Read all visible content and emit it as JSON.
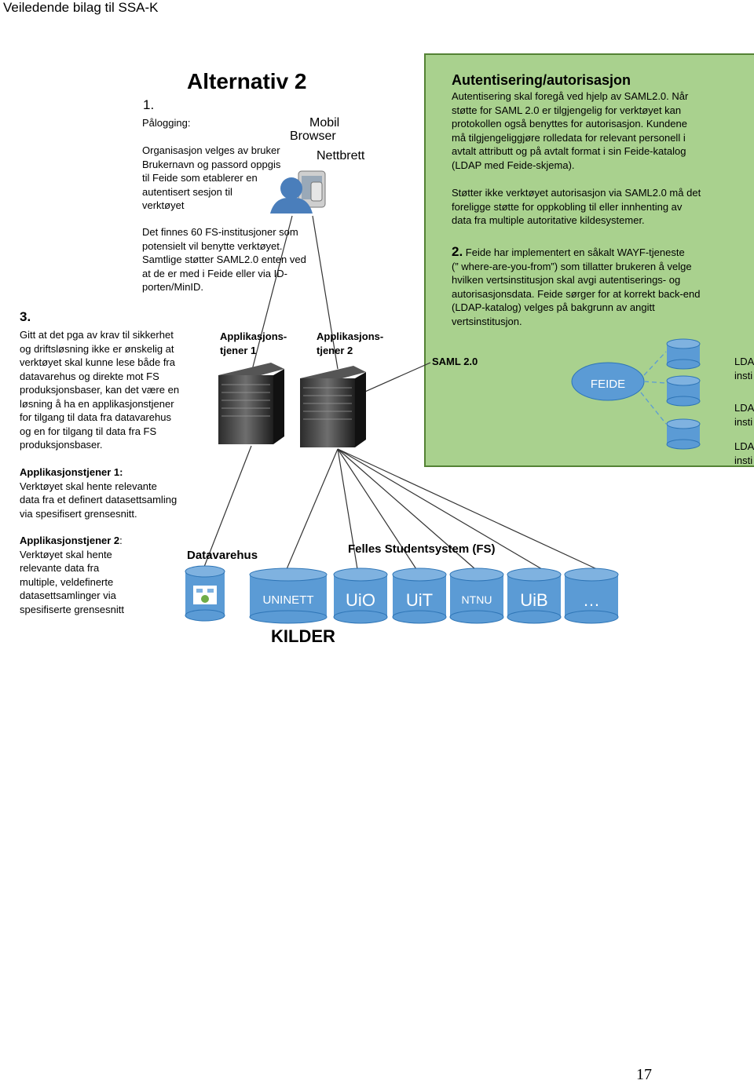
{
  "header": "Veiledende bilag til SSA-K",
  "title": "Alternativ 2",
  "step1": {
    "num": "1.",
    "label": "Pålogging:",
    "text": [
      "Organisasjon velges av bruker",
      "Brukernavn og passord oppgis",
      "til Feide som etablerer en",
      "autentisert sesjon til",
      "verktøyet"
    ]
  },
  "devices": {
    "mobil": "Mobil",
    "browser": "Browser",
    "nettbrett": "Nettbrett"
  },
  "fs_note": [
    "Det finnes 60 FS-institusjoner som",
    "potensielt vil benytte verktøyet.",
    "Samtlige støtter SAML2.0 enten ved",
    "at de er med i Feide eller via ID-",
    "porten/MinID."
  ],
  "step3": {
    "num": "3.",
    "text": [
      "Gitt at det pga av krav til sikkerhet",
      "og driftsløsning ikke er ønskelig at",
      "verktøyet skal kunne lese både fra",
      "datavarehus og direkte mot FS",
      "produksjonsbaser, kan det være en",
      "løsning å ha en applikasjonstjener",
      "for tilgang til data fra datavarehus",
      "og en for tilgang til data fra FS",
      "produksjonsbaser."
    ]
  },
  "app1_note": {
    "title": "Applikasjonstjener 1:",
    "text": [
      "Verktøyet  skal hente relevante",
      "data fra et definert datasettsamling",
      "via  spesifisert grensesnitt."
    ]
  },
  "app2_note": {
    "title": "Applikasjonstjener 2",
    "colon": ":",
    "text": [
      "Verktøyet  skal hente",
      "relevante data fra",
      "multiple, veldefinerte",
      "datasettsamlinger via",
      "spesifiserte grensesnitt"
    ]
  },
  "servers": {
    "s1": [
      "Applikasjons-",
      "tjener 1"
    ],
    "s2": [
      "Applikasjons-",
      "tjener 2"
    ]
  },
  "green": {
    "title": "Autentisering/autorisasjon",
    "p1": [
      "Autentisering skal foregå ved hjelp av SAML2.0. Når",
      "støtte for SAML 2.0 er tilgjengelig for verktøyet kan",
      "protokollen også benyttes for autorisasjon.  Kundene",
      "må tilgjengeliggjøre rolledata for relevant personell  i",
      "avtalt attributt og på avtalt format i sin Feide-katalog",
      "(LDAP med Feide-skjema)."
    ],
    "p2": [
      "Støtter ikke verktøyet autorisasjon via SAML2.0 må det",
      "foreligge støtte for oppkobling til eller innhenting av",
      "data fra multiple autoritative kildesystemer."
    ],
    "step2_num": "2.",
    "p3": [
      " Feide har implementert en såkalt WAYF-tjeneste",
      "(” where-are-you-from”) som tillatter brukeren å velge",
      "hvilken vertsinstitusjon skal avgi autentiserings- og",
      "autorisasjonsdata. Feide sørger for at korrekt back-end",
      "(LDAP-katalog) velges på bakgrunn av angitt",
      "vertsinstitusjon."
    ],
    "saml": "SAML 2.0",
    "feide": "FEIDE",
    "ldap": [
      [
        "LDAP",
        "insti"
      ],
      [
        "LDAP",
        "insti"
      ],
      [
        "LDAP",
        "insti"
      ]
    ]
  },
  "datavarehus": "Datavarehus",
  "fs_title": "Felles Studentsystem  (FS)",
  "sources": [
    "UNINETT",
    "UiO",
    "UiT",
    "NTNU",
    "UiB",
    "…"
  ],
  "kilder": "KILDER",
  "page_number": "17",
  "colors": {
    "green_fill": "#a9d18e",
    "green_border": "#548235",
    "cylinder": "#5b9bd5",
    "cylinder_border": "#2e75b6"
  }
}
